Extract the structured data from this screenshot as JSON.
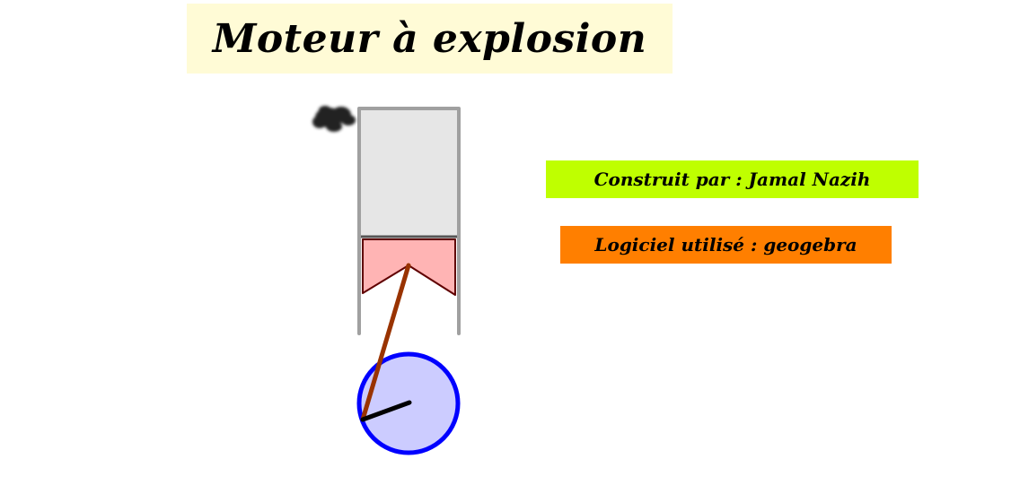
{
  "title": {
    "text": "Moteur à explosion",
    "background": "#fffbd6"
  },
  "credits": {
    "author_text": "Construit par : Jamal Nazih",
    "author_background": "#bfff00",
    "software_text": "Logiciel utilisé : geogebra",
    "software_background": "#ff7f00"
  },
  "engine": {
    "cylinder_color": "#a0a0a0",
    "chamber_fill": "#e6e6e6",
    "piston_fill": "#ffb4b4",
    "piston_outline": "#600000",
    "connecting_rod_color": "#993300",
    "crank_color": "#000000",
    "crankshaft_fill": "#ccccff",
    "crankshaft_outline": "#0000ff",
    "exhaust_smoke_color": "#222222"
  }
}
